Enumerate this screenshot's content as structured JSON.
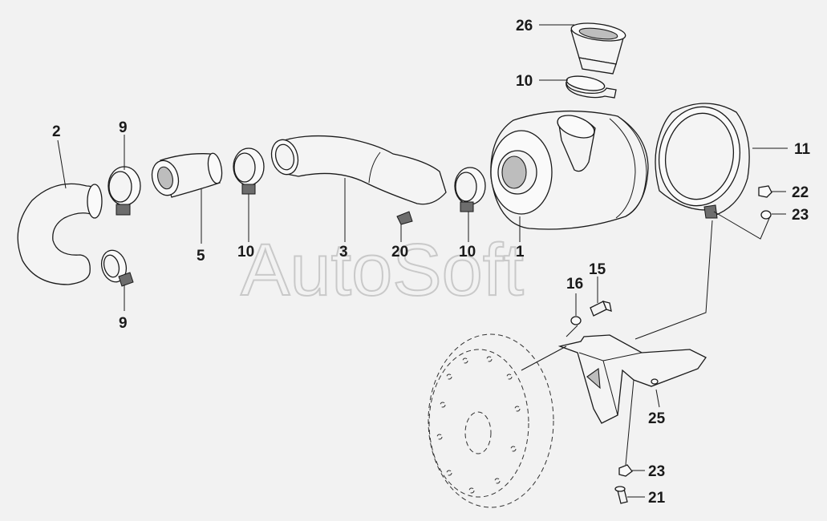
{
  "watermark": "AutoSoft",
  "labels": {
    "l26": "26",
    "l10a": "10",
    "l11": "11",
    "l22": "22",
    "l23a": "23",
    "l2": "2",
    "l9a": "9",
    "l5": "5",
    "l10b": "10",
    "l3": "3",
    "l20": "20",
    "l10c": "10",
    "l1": "1",
    "l9b": "9",
    "l16": "16",
    "l15": "15",
    "l25": "25",
    "l23b": "23",
    "l21": "21"
  }
}
